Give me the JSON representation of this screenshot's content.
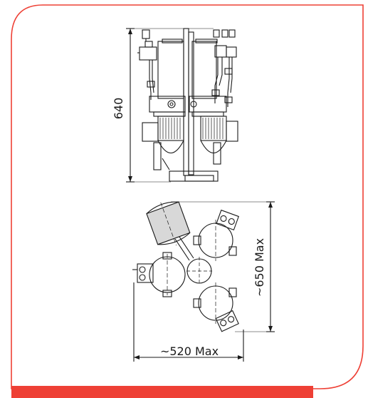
{
  "colors": {
    "accent": "#ee4035",
    "line": "#1a1a1a",
    "fill_gray": "#d8d8d8"
  },
  "dimensions": {
    "height": "640",
    "depth": "~650 Max",
    "width": "~520 Max"
  }
}
